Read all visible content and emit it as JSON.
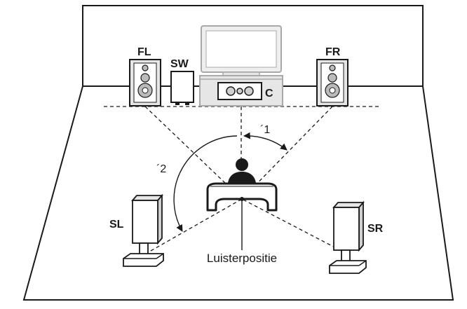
{
  "speakers": {
    "front_left": "FL",
    "subwoofer": "SW",
    "center": "C",
    "front_right": "FR",
    "surround_left": "SL",
    "surround_right": "SR"
  },
  "notes": {
    "angle_1": "´1",
    "angle_2": "´2"
  },
  "listening_position_label": "Luisterpositie",
  "colors": {
    "line": "#1a1a1a",
    "gray_fill": "#e6e6e6",
    "gray_stroke": "#a9a9a9",
    "background": "#ffffff"
  }
}
